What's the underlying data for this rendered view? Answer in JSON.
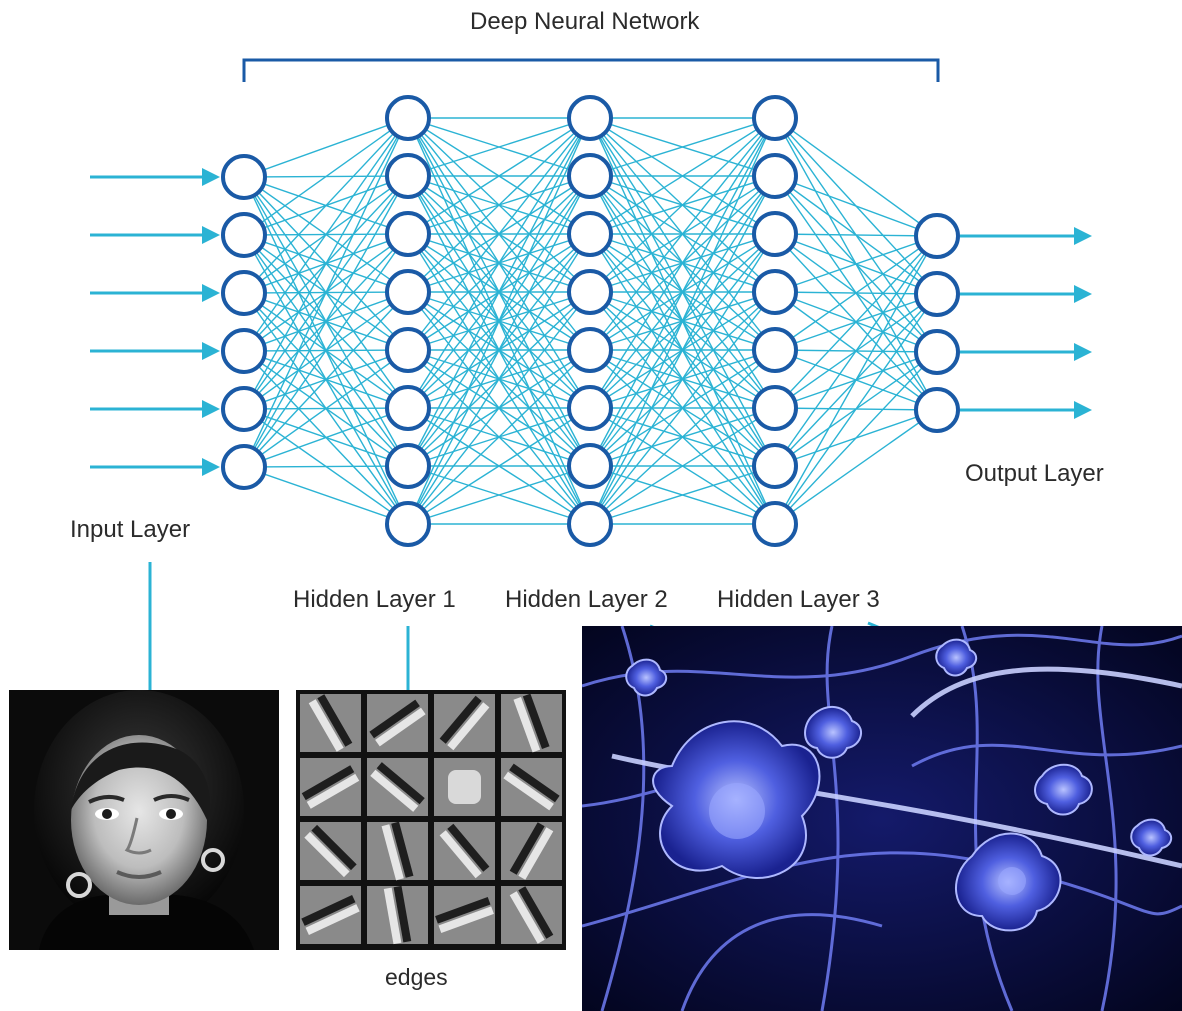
{
  "diagram": {
    "title": "Deep Neural Network",
    "layers": [
      {
        "key": "input",
        "label": "Input Layer",
        "nodes": 6
      },
      {
        "key": "hidden1",
        "label": "Hidden Layer 1",
        "nodes": 8
      },
      {
        "key": "hidden2",
        "label": "Hidden Layer 2",
        "nodes": 8
      },
      {
        "key": "hidden3",
        "label": "Hidden Layer 3",
        "nodes": 8
      },
      {
        "key": "output",
        "label": "Output Layer",
        "nodes": 4
      }
    ],
    "features_label": "edges",
    "images": [
      {
        "name": "face-photo",
        "tone": "grayscale portrait"
      },
      {
        "name": "edge-filter-grid",
        "tiles": 16
      },
      {
        "name": "neuron-micrograph",
        "tone": "blue"
      }
    ]
  },
  "colors": {
    "node_stroke": "#1a5aa6",
    "edge": "#2bb3d4",
    "arrow": "#2bb3d4",
    "bracket": "#1a5aa6",
    "connector": "#2bb3d4",
    "text": "#2b2b2b"
  }
}
